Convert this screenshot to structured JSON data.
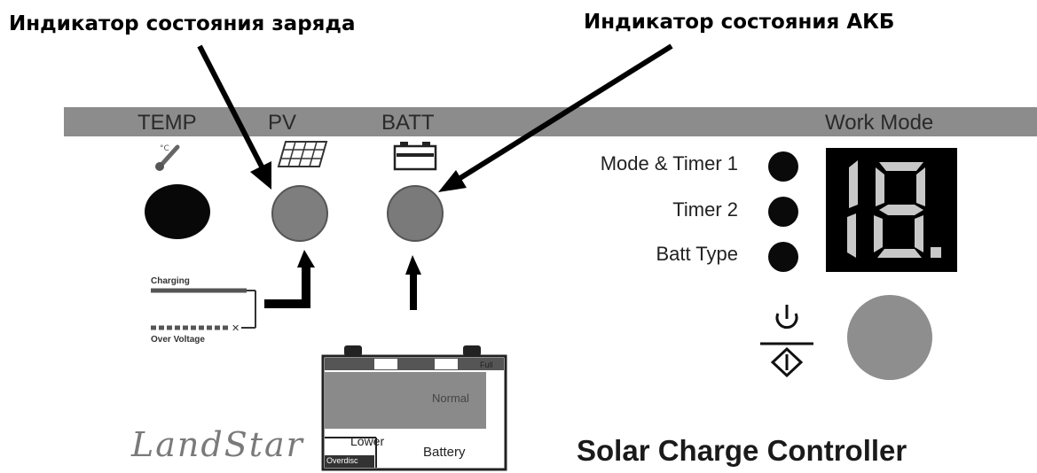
{
  "annotations": {
    "charge_indicator": "Индикатор состояния заряда",
    "battery_indicator": "Индикатор состояния АКБ"
  },
  "header": {
    "temp": "TEMP",
    "pv": "PV",
    "batt": "BATT",
    "work_mode": "Work  Mode"
  },
  "modes": {
    "timer1": "Mode & Timer 1",
    "timer2": "Timer 2",
    "batt_type": "Batt Type"
  },
  "display": {
    "value": "18."
  },
  "legend": {
    "charging": "Charging",
    "over_voltage": "Over Voltage"
  },
  "battery_diagram": {
    "full": "Full",
    "normal": "Normal",
    "lower": "Lower",
    "overdischarge": "Overdisc",
    "label": "Battery"
  },
  "brand": "LandStar",
  "title": "Solar Charge Controller",
  "colors": {
    "header_bar": "#8c8c8c",
    "led_off": "#0a0a0a",
    "led_grey": "#7e7e7e",
    "battery_normal_zone": "#8a8a8a"
  },
  "icons": {
    "temp": "thermometer-icon",
    "pv": "solar-panel-icon",
    "batt": "battery-icon",
    "power": "power-icon"
  }
}
